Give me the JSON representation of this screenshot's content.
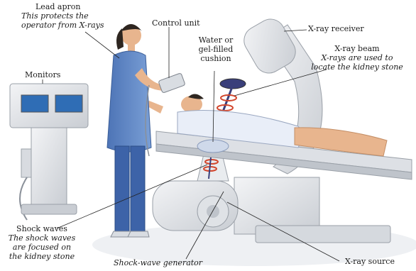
{
  "labels": {
    "lead_apron": {
      "title": "Lead apron",
      "sub1": "This protects the",
      "sub2": "operator from X-rays"
    },
    "control_unit": {
      "title": "Control unit"
    },
    "water_cushion": {
      "line1": "Water or",
      "line2": "gel-filled",
      "line3": "cushion"
    },
    "xray_receiver": {
      "title": "X-ray receiver"
    },
    "xray_beam": {
      "title": "X-ray beam",
      "sub1": "X-rays are used to",
      "sub2": "locate the kidney stone"
    },
    "monitors": {
      "title": "Monitors"
    },
    "shock_waves": {
      "title": "Shock waves",
      "sub1": "The shock waves",
      "sub2": "are focused on",
      "sub3": "the kidney stone"
    },
    "shockwave_generator": {
      "title": "Shock-wave generator"
    },
    "xray_source": {
      "title": "X-ray source"
    }
  },
  "colors": {
    "apron": "#5b84c4",
    "skin": "#e8b58e",
    "gown": "#e9eef8",
    "machine": "#e4e6ea",
    "machine_shade": "#bfc4cb",
    "beam": "#d2472e",
    "screen": "#2f6db5",
    "leader": "#222222"
  }
}
